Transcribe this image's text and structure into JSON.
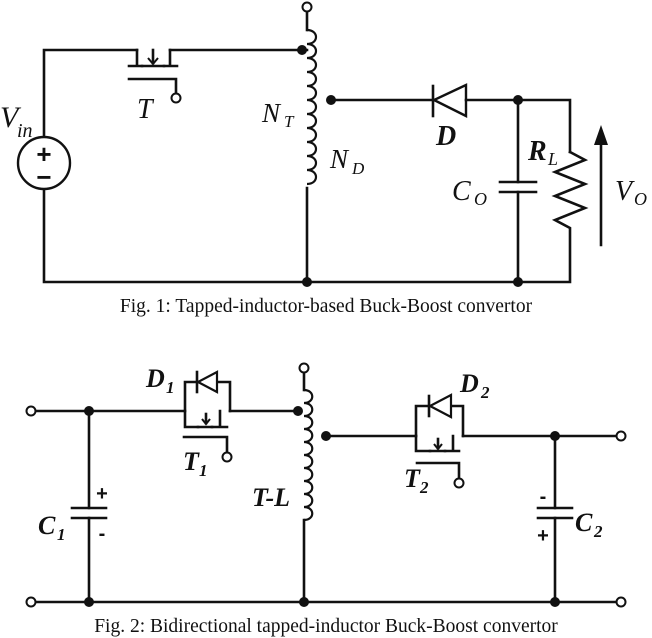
{
  "figures": [
    {
      "caption": "Fig. 1: Tapped-inductor-based Buck-Boost convertor",
      "labels": {
        "source": "V",
        "source_sub": "in",
        "switch": "T",
        "winding_t": "N",
        "winding_t_sub": "T",
        "winding_d": "N",
        "winding_d_sub": "D",
        "diode": "D",
        "capacitor": "C",
        "capacitor_sub": "O",
        "load": "R",
        "load_sub": "L",
        "output": "V",
        "output_sub": "O",
        "source_plus": "+",
        "source_minus": "−"
      }
    },
    {
      "caption": "Fig. 2: Bidirectional tapped-inductor Buck-Boost convertor",
      "labels": {
        "diode1": "D",
        "diode1_sub": "1",
        "switch1": "T",
        "switch1_sub": "1",
        "inductor": "T-L",
        "diode2": "D",
        "diode2_sub": "2",
        "switch2": "T",
        "switch2_sub": "2",
        "cap1": "C",
        "cap1_sub": "1",
        "cap2": "C",
        "cap2_sub": "2",
        "cap1_plus": "+",
        "cap1_minus": "-",
        "cap2_plus": "+",
        "cap2_minus": "-"
      }
    }
  ]
}
